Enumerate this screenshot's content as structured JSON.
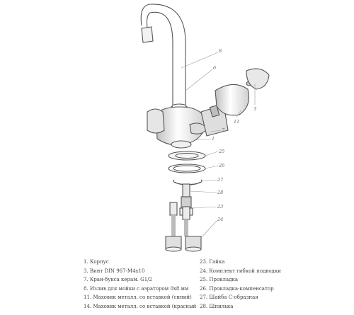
{
  "callouts": [
    "8",
    "6",
    "3",
    "11",
    "7",
    "1",
    "25",
    "26",
    "27",
    "28",
    "23",
    "24"
  ],
  "legend_left": [
    "1. Корпус",
    "3. Винт DIN 967-M4x10",
    "7. Кран-букса керам. G1/2",
    "8. Излив для мойки с аэратором 0x8 мм",
    "11. Маховик металл. со вставкой (синий)",
    "14. Маховик металл. со вставкой (красный)"
  ],
  "legend_right": [
    "23. Гайка",
    "24. Комплект гибкой подводки",
    "25. Прокладка",
    "26. Прокладка-компенсатор",
    "27. Шайба С-образная",
    "28. Шпилька"
  ],
  "colors": {
    "line": "#555555",
    "leader": "#999999",
    "fill": "#ffffff",
    "shade": "#d8d8d8"
  }
}
